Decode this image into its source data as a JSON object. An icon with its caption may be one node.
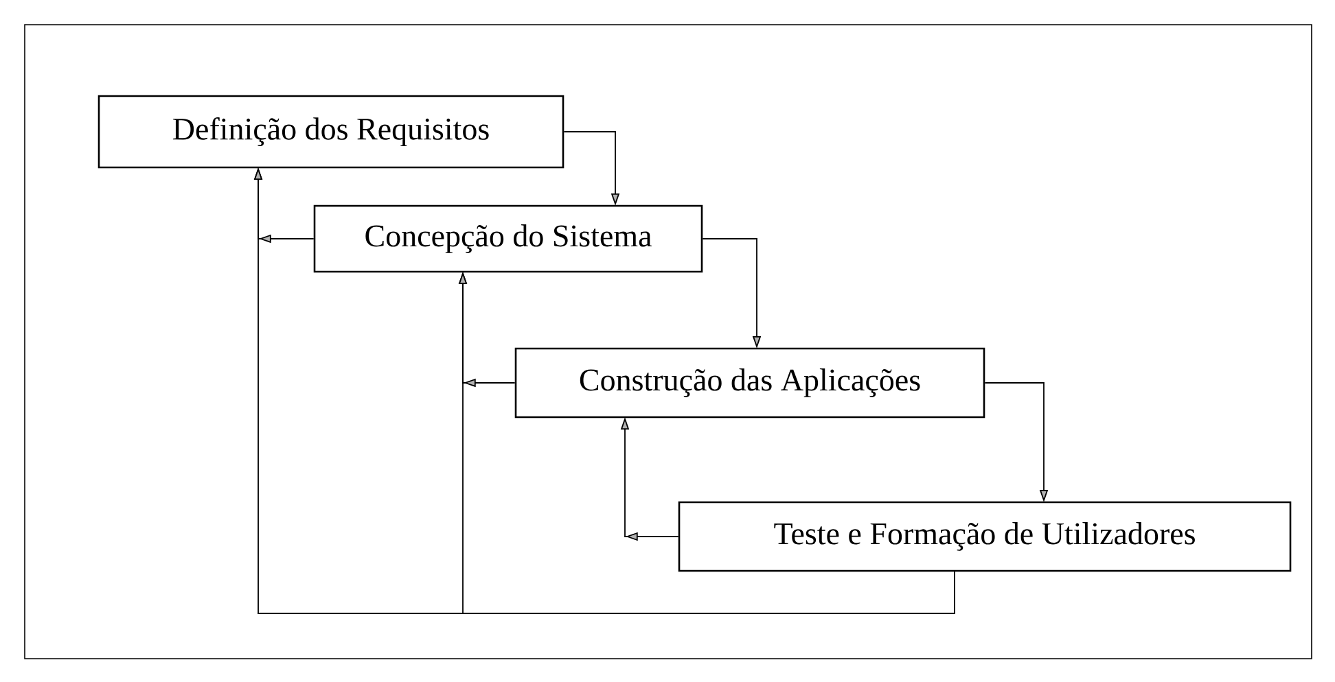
{
  "diagram": {
    "nodes": [
      {
        "text": [
          "Definição dos Requisitos"
        ]
      },
      {
        "text": [
          "Concepção do Sistema"
        ]
      },
      {
        "text": [
          "Construção das Aplicações"
        ]
      },
      {
        "text": [
          "Teste e Formação de Utilizadores"
        ]
      }
    ],
    "edges": [
      {
        "from": 0,
        "to": 1,
        "arrow": "to"
      },
      {
        "from": 1,
        "to": 2,
        "arrow": "to"
      },
      {
        "from": 2,
        "to": 3,
        "arrow": "to"
      },
      {
        "from": 1,
        "to": 0,
        "arrow": "to"
      },
      {
        "from": 2,
        "to": 1,
        "arrow": "to"
      },
      {
        "from": 3,
        "to": 2,
        "arrow": "to"
      },
      {
        "from": 3,
        "to": 0,
        "arrow": "to"
      },
      {
        "from": 3,
        "to": 1,
        "arrow": "to"
      }
    ]
  }
}
